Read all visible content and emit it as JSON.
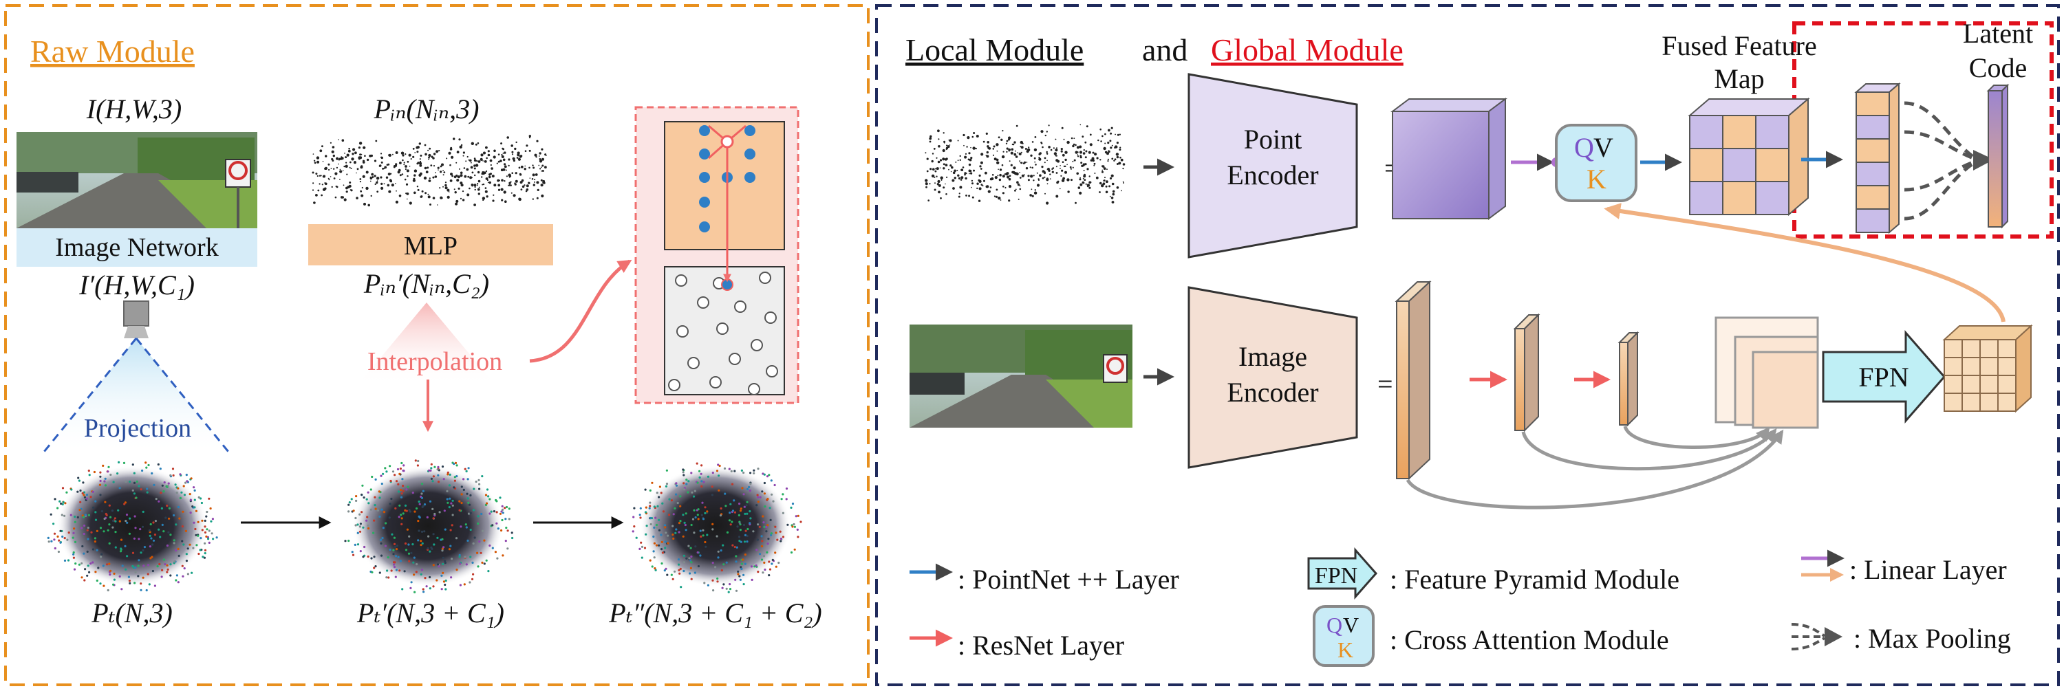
{
  "raw_module": {
    "title": "Raw Module",
    "image_label": "I(H,W,3)",
    "image_network": "Image Network",
    "image_feat_label": "I′(H,W,C₁)",
    "points_in_label": "Pᵢₙ(Nᵢₙ,3)",
    "mlp": "MLP",
    "points_feat_label": "Pᵢₙ′(Nᵢₙ,C₂)",
    "interpolation": "Interpolation",
    "projection": "Projection",
    "pt_label_1": "Pₜ(N,3)",
    "pt_label_2": "Pₜ′(N,3 + C₁)",
    "pt_label_3": "Pₜ″(N,3 + C₁ + C₂)"
  },
  "local_global": {
    "title_local": "Local Module",
    "title_and": "and",
    "title_global": "Global Module",
    "point_encoder": [
      "Point",
      "Encoder"
    ],
    "image_encoder": [
      "Image",
      "Encoder"
    ],
    "equals": "=",
    "cross_q": "Q",
    "cross_v": "V",
    "cross_k": "K",
    "fused_map": [
      "Fused Feature",
      "Map"
    ],
    "latent_code": [
      "Latent",
      "Code"
    ],
    "fpn": "FPN"
  },
  "legend": {
    "pointnet": ": PointNet ++ Layer",
    "resnet": ": ResNet Layer",
    "fpn_icon": "FPN",
    "fpn": ": Feature Pyramid Module",
    "cross_q": "Q",
    "cross_v": "V",
    "cross_k": "K",
    "cross": ": Cross Attention Module",
    "linear": ": Linear Layer",
    "maxpool": ": Max Pooling"
  },
  "colors": {
    "raw_border": "#E8901E",
    "raw_title": "#E8901E",
    "right_border": "#1F2A5C",
    "global_red": "#E0101C",
    "pointnet_blue": "#2F7FC6",
    "resnet_red": "#F06060",
    "linear_purple": "#B070D0",
    "linear_orange": "#F0B080",
    "image_network_bg": "#D6ECF8",
    "mlp_bg": "#F8C99E",
    "point_encoder_bg": "#E4DDF3",
    "image_encoder_bg": "#F4E0D4",
    "projection_blue": "#274B9C",
    "interp_pink": "#F07070"
  }
}
